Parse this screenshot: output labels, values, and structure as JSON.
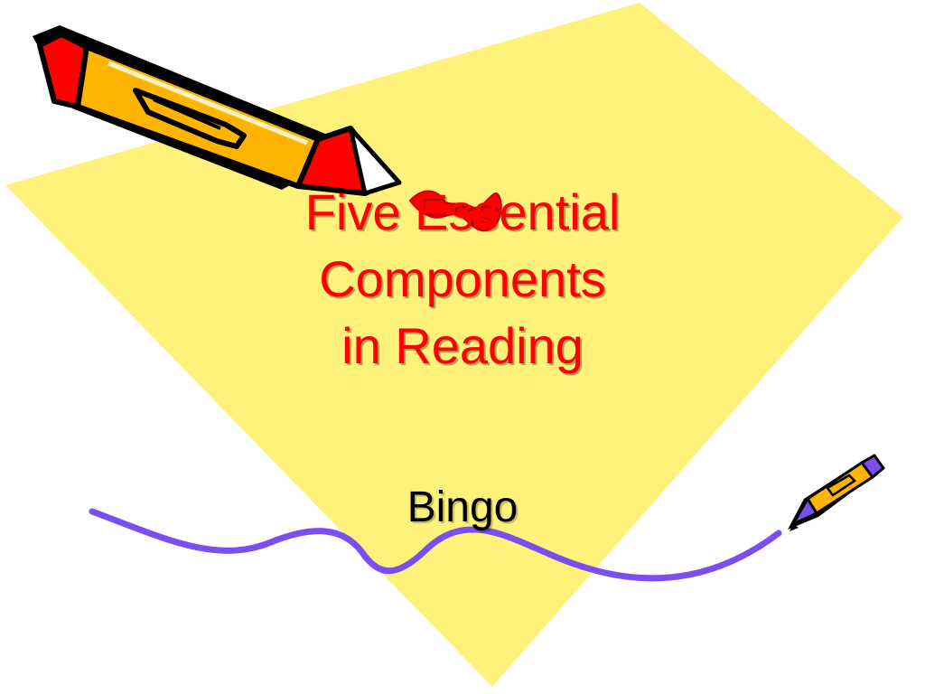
{
  "slide": {
    "title_lines": [
      "Five Essential",
      "Components",
      "in Reading"
    ],
    "subtitle": "Bingo"
  },
  "colors": {
    "background": "#ffffff",
    "paper": "#fff27a",
    "title": "#ff0000",
    "subtitle": "#000000",
    "pencil_body": "#ffb400",
    "pencil_eraser": "#ff0000",
    "squiggle": "#7a4ff0"
  },
  "icons": {
    "large_pencil": "pencil-icon",
    "small_pencil": "pencil-icon"
  }
}
